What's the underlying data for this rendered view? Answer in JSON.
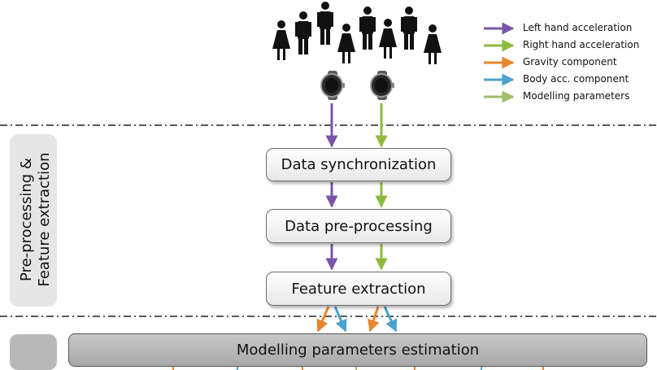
{
  "legend": {
    "items": [
      {
        "label": "Left hand acceleration",
        "color": "#7a55a8"
      },
      {
        "label": "Right hand acceleration",
        "color": "#8dbb3e"
      },
      {
        "label": "Gravity component",
        "color": "#e8872e"
      },
      {
        "label": "Body acc. component",
        "color": "#4aa3cf"
      },
      {
        "label": "Modelling parameters",
        "color": "#9fbd6a"
      }
    ]
  },
  "section_label": [
    "Pre-processing &",
    "Feature extraction"
  ],
  "boxes": {
    "sync": "Data synchronization",
    "preproc": "Data pre-processing",
    "features": "Feature extraction",
    "estimation": "Modelling parameters estimation"
  },
  "icons": {
    "people": "people-group-icon",
    "watch": "smartwatch-icon"
  }
}
